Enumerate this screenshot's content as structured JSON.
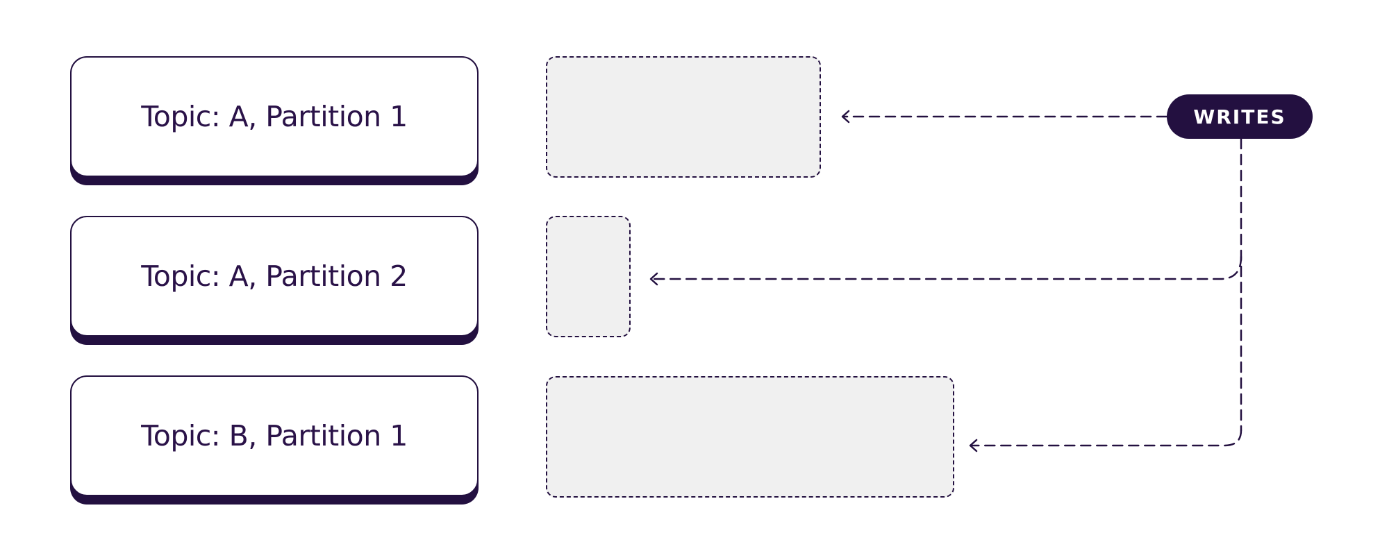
{
  "partitions": [
    {
      "label": "Topic: A, Partition 1"
    },
    {
      "label": "Topic: A, Partition 2"
    },
    {
      "label": "Topic: B, Partition 1"
    }
  ],
  "writes_label": "WRITES",
  "colors": {
    "ink": "#231040",
    "text": "#2a1248",
    "buffer_fill": "#f0f0f0",
    "background": "#ffffff"
  }
}
